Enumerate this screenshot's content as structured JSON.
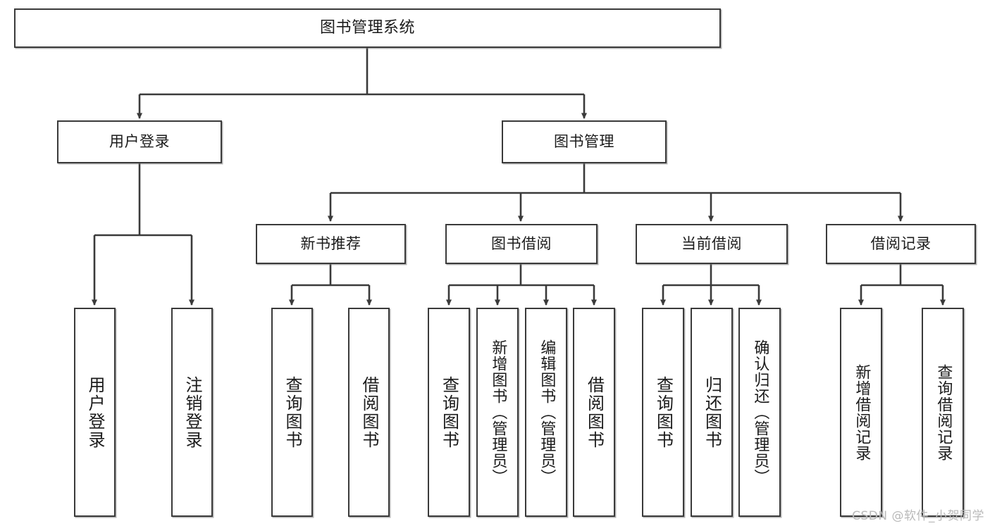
{
  "diagram": {
    "title": "图书管理系统",
    "type": "tree-hierarchy",
    "stroke_color": "#3a3a3a",
    "background_color": "#ffffff",
    "text_color": "#1b1b1b"
  },
  "nodes": {
    "root": {
      "label": "图书管理系统"
    },
    "level2": [
      {
        "label": "用户登录"
      },
      {
        "label": "图书管理"
      }
    ],
    "level3": [
      {
        "label": "新书推荐"
      },
      {
        "label": "图书借阅"
      },
      {
        "label": "当前借阅"
      },
      {
        "label": "借阅记录"
      }
    ],
    "leaves_user_login": [
      {
        "label": "用户登录"
      },
      {
        "label": "注销登录"
      }
    ],
    "leaves_new_books": [
      {
        "label": "查询图书"
      },
      {
        "label": "借阅图书"
      }
    ],
    "leaves_borrow": [
      {
        "label": "查询图书"
      },
      {
        "label": "新增图书（管理员）"
      },
      {
        "label": "编辑图书（管理员）"
      },
      {
        "label": "借阅图书"
      }
    ],
    "leaves_current": [
      {
        "label": "查询图书"
      },
      {
        "label": "归还图书"
      },
      {
        "label": "确认归还（管理员）"
      }
    ],
    "leaves_records": [
      {
        "label": "新增借阅记录"
      },
      {
        "label": "查询借阅记录"
      }
    ]
  },
  "watermark": {
    "text": "CSDN @软件_小贺同学"
  }
}
